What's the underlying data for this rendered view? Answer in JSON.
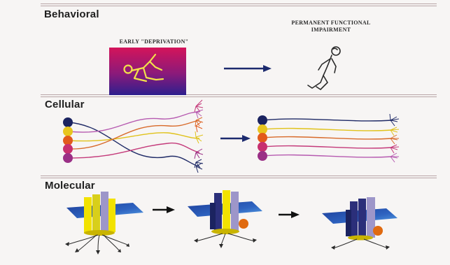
{
  "sections": {
    "behavioral": "Behavioral",
    "cellular": "Cellular",
    "molecular": "Molecular"
  },
  "captions": {
    "early": "EARLY \"DEPRIVATION\"",
    "permanent_line1": "PERMANENT FUNCTIONAL",
    "permanent_line2": "IMPAIRMENT"
  },
  "colors": {
    "background": "#f7f5f4",
    "arrow": "#1c2a6e",
    "neuron_lines": [
      "#1f2a66",
      "#e0c21a",
      "#d86a2a",
      "#c43a7a",
      "#b65ab0"
    ],
    "neuron_dots": [
      "#1b2360",
      "#e8c51e",
      "#e25a1c",
      "#c7306f",
      "#9a2f86"
    ],
    "membrane": "#2f5fb8",
    "channel_yellow": "#f2e200",
    "channel_blue": "#2b2f7a",
    "channel_lilac": "#9d96c9",
    "ligand": "#e06a10"
  }
}
